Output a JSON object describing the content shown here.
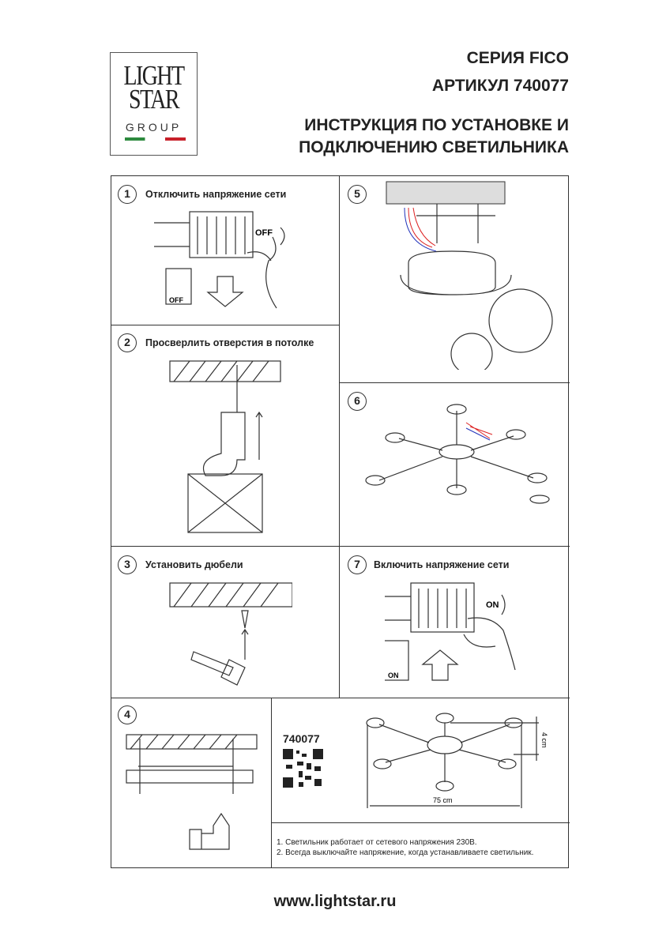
{
  "logo": {
    "line1": "LIGHT",
    "line2": "STAR",
    "line3": "GROUP"
  },
  "header": {
    "series": "СЕРИЯ FICO",
    "article": "АРТИКУЛ 740077",
    "title_line1": "ИНСТРУКЦИЯ ПО УСТАНОВКЕ И",
    "title_line2": "ПОДКЛЮЧЕНИЮ СВЕТИЛЬНИКА"
  },
  "steps": [
    {
      "n": "1",
      "text": "Отключить напряжение сети",
      "switch": "OFF",
      "box": "OFF"
    },
    {
      "n": "2",
      "text": "Просверлить отверстия в потолке"
    },
    {
      "n": "3",
      "text": "Установить дюбели"
    },
    {
      "n": "4",
      "text": ""
    },
    {
      "n": "5",
      "text": ""
    },
    {
      "n": "6",
      "text": ""
    },
    {
      "n": "7",
      "text": "Включить напряжение сети",
      "switch": "ON",
      "box": "ON"
    }
  ],
  "product": {
    "code": "740077",
    "width": "75 cm",
    "height": "4 cm"
  },
  "notes": [
    "1. Светильник работает от сетевого напряжения 230В.",
    "2. Всегда выключайте напряжение, когда устанавливаете светильник."
  ],
  "footer": {
    "url": "www.lightstar.ru"
  },
  "colors": {
    "flag_green": "#2d8a3e",
    "flag_red": "#c8202a",
    "wire_red": "#d22",
    "wire_blue": "#23b"
  }
}
